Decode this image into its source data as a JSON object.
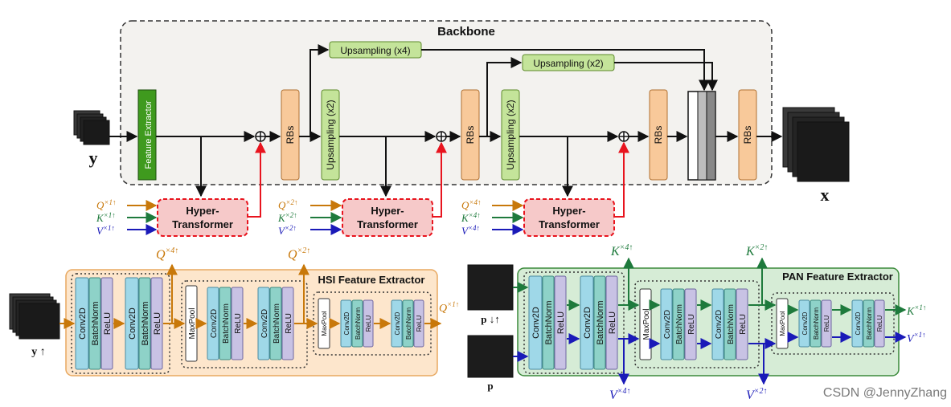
{
  "backbone": {
    "title": "Backbone",
    "feature_extractor": "Feature Extractor",
    "upsampling_x4": "Upsampling (x4)",
    "upsampling_x2": "Upsampling (x2)",
    "rbs": "RBs",
    "input_label": "y",
    "output_label": "x"
  },
  "hyper_transformer": {
    "line1": "Hyper-",
    "line2": "Transformer"
  },
  "inputs": {
    "q": "Q",
    "k": "K",
    "v": "V",
    "sup1": "×1↑",
    "sup2": "×2↑",
    "sup4": "×4↑"
  },
  "hsi": {
    "title": "HSI Feature Extractor",
    "input_label": "y ↑"
  },
  "pan": {
    "title": "PAN Feature Extractor",
    "input_down_label": "p ↓↑",
    "input_label": "p"
  },
  "layers": {
    "conv": "Conv2D",
    "bn": "BatchNorm",
    "relu": "ReLU",
    "maxpool": "MaxPool"
  },
  "watermark": "CSDN @JennyZhang",
  "colors": {
    "orange": "#c8780a",
    "green": "#1e7a3c",
    "blue": "#1a1ab8",
    "red": "#e8141e",
    "rbs_fill": "#f8c99a",
    "up_fill": "#c4e49a",
    "fe_fill": "#3f9a1e",
    "conv_fill": "#9fd8e8",
    "bn_fill": "#8ed2c8",
    "relu_fill": "#c8c2e4",
    "hsi_panel": "#fde6cc",
    "pan_panel": "#d6ecd6",
    "ht_fill": "#f6c9c9"
  }
}
